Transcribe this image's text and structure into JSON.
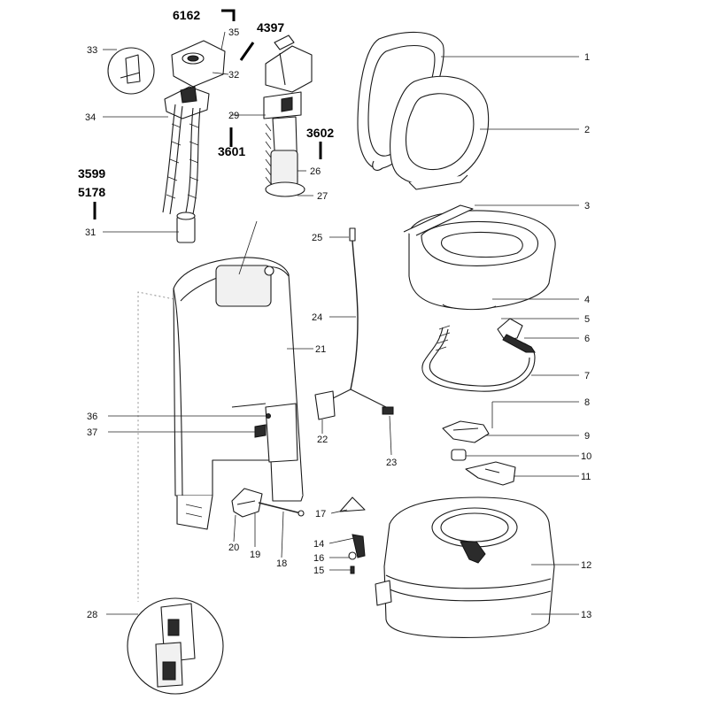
{
  "callouts": {
    "c1": "1",
    "c2": "2",
    "c3": "3",
    "c4": "4",
    "c5": "5",
    "c6": "6",
    "c7": "7",
    "c8": "8",
    "c9": "9",
    "c10": "10",
    "c11": "11",
    "c12": "12",
    "c13": "13",
    "c14": "14",
    "c15": "15",
    "c16": "16",
    "c17": "17",
    "c18": "18",
    "c19": "19",
    "c20": "20",
    "c21": "21",
    "c22": "22",
    "c23": "23",
    "c24": "24",
    "c25": "25",
    "c26": "26",
    "c27": "27",
    "c28": "28",
    "c29": "29",
    "c31": "31",
    "c32": "32",
    "c33": "33",
    "c34": "34",
    "c35": "35",
    "c36": "36",
    "c37": "37"
  },
  "part_numbers": {
    "p6162": "6162",
    "p4397": "4397",
    "p3602": "3602",
    "p3601": "3601",
    "p3599": "3599",
    "p5178": "5178"
  }
}
